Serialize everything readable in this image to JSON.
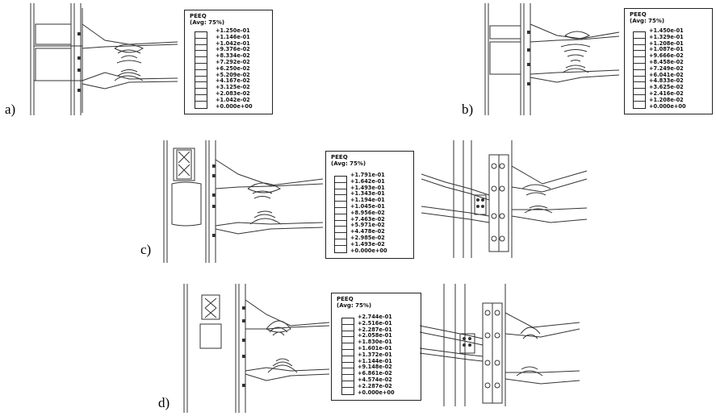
{
  "panels": [
    {
      "id": "a",
      "label": "a)",
      "legend": {
        "title": "PEEQ",
        "subtitle": "(Avg: 75%)",
        "values": [
          "+1.250e-01",
          "+1.146e-01",
          "+1.042e-01",
          "+9.376e-02",
          "+8.334e-02",
          "+7.292e-02",
          "+6.250e-02",
          "+5.209e-02",
          "+4.167e-02",
          "+3.125e-02",
          "+2.083e-02",
          "+1.042e-02",
          "+0.000e+00"
        ]
      }
    },
    {
      "id": "b",
      "label": "b)",
      "legend": {
        "title": "PEEQ",
        "subtitle": "(Avg: 75%)",
        "values": [
          "+1.450e-01",
          "+1.329e-01",
          "+1.208e-01",
          "+1.087e-01",
          "+9.666e-02",
          "+8.458e-02",
          "+7.249e-02",
          "+6.041e-02",
          "+4.833e-02",
          "+3.625e-02",
          "+2.416e-02",
          "+1.208e-02",
          "+0.000e+00"
        ]
      }
    },
    {
      "id": "c",
      "label": "c)",
      "legend": {
        "title": "PEEQ",
        "subtitle": "(Avg: 75%)",
        "values": [
          "+1.791e-01",
          "+1.642e-01",
          "+1.493e-01",
          "+1.343e-01",
          "+1.194e-01",
          "+1.045e-01",
          "+8.956e-02",
          "+7.463e-02",
          "+5.971e-02",
          "+4.478e-02",
          "+2.985e-02",
          "+1.493e-02",
          "+0.000e+00"
        ]
      }
    },
    {
      "id": "d",
      "label": "d)",
      "legend": {
        "title": "PEEQ",
        "subtitle": "(Avg: 75%)",
        "values": [
          "+2.744e-01",
          "+2.516e-01",
          "+2.287e-01",
          "+2.058e-01",
          "+1.830e-01",
          "+1.601e-01",
          "+1.372e-01",
          "+1.144e-01",
          "+9.148e-02",
          "+6.861e-02",
          "+4.574e-02",
          "+2.287e-02",
          "+0.000e+00"
        ]
      }
    }
  ]
}
